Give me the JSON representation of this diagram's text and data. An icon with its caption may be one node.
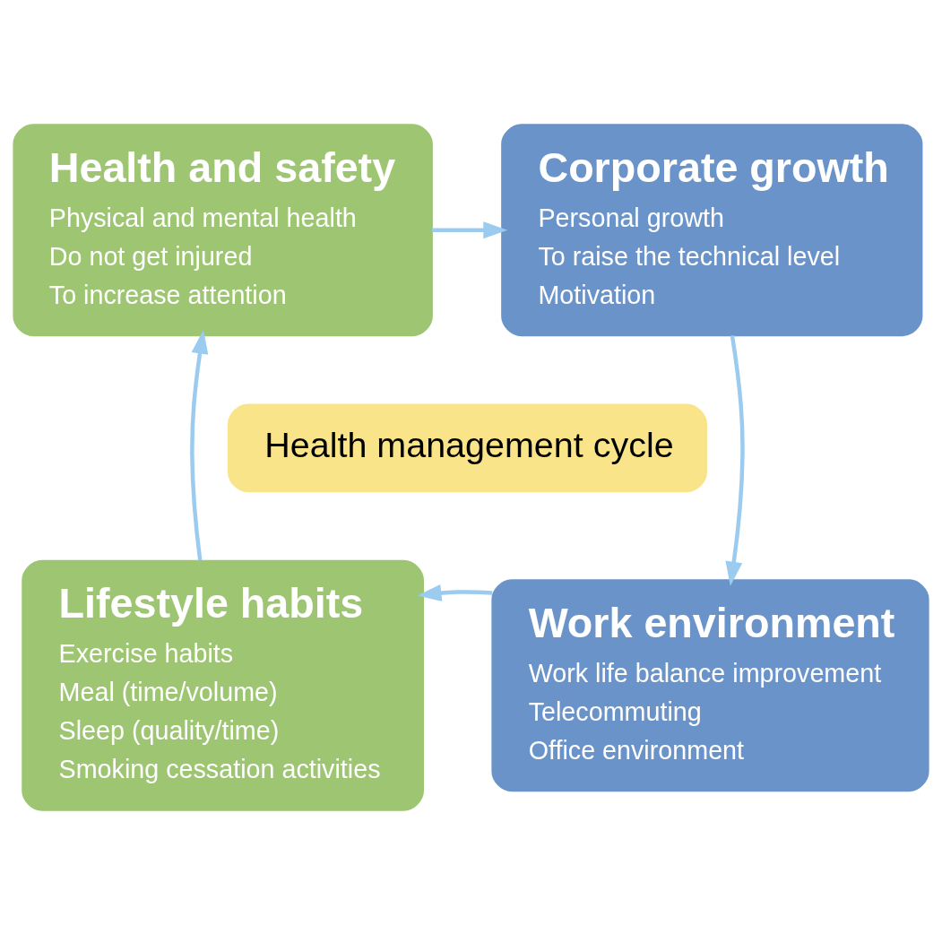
{
  "diagram": {
    "nodes": [
      {
        "text": [
          "Health and safety",
          "Physical and mental health",
          "Do not get injured",
          "To increase attention"
        ]
      },
      {
        "text": [
          "Corporate growth",
          "Personal growth",
          "To raise the technical level",
          "Motivation"
        ]
      },
      {
        "text": [
          "Health management cycle"
        ]
      },
      {
        "text": [
          "Lifestyle habits",
          "Exercise habits",
          "Meal (time/volume)",
          "Sleep (quality/time)",
          "Smoking cessation activities"
        ]
      },
      {
        "text": [
          "Work environment",
          "Work life balance improvement",
          "Telecommuting",
          "Office environment"
        ]
      }
    ],
    "edges": [
      {
        "from": 0,
        "to": 1,
        "arrow": "to"
      },
      {
        "from": 1,
        "to": 4,
        "arrow": "to"
      },
      {
        "from": 4,
        "to": 3,
        "arrow": "to"
      },
      {
        "from": 3,
        "to": 0,
        "arrow": "to"
      }
    ]
  }
}
